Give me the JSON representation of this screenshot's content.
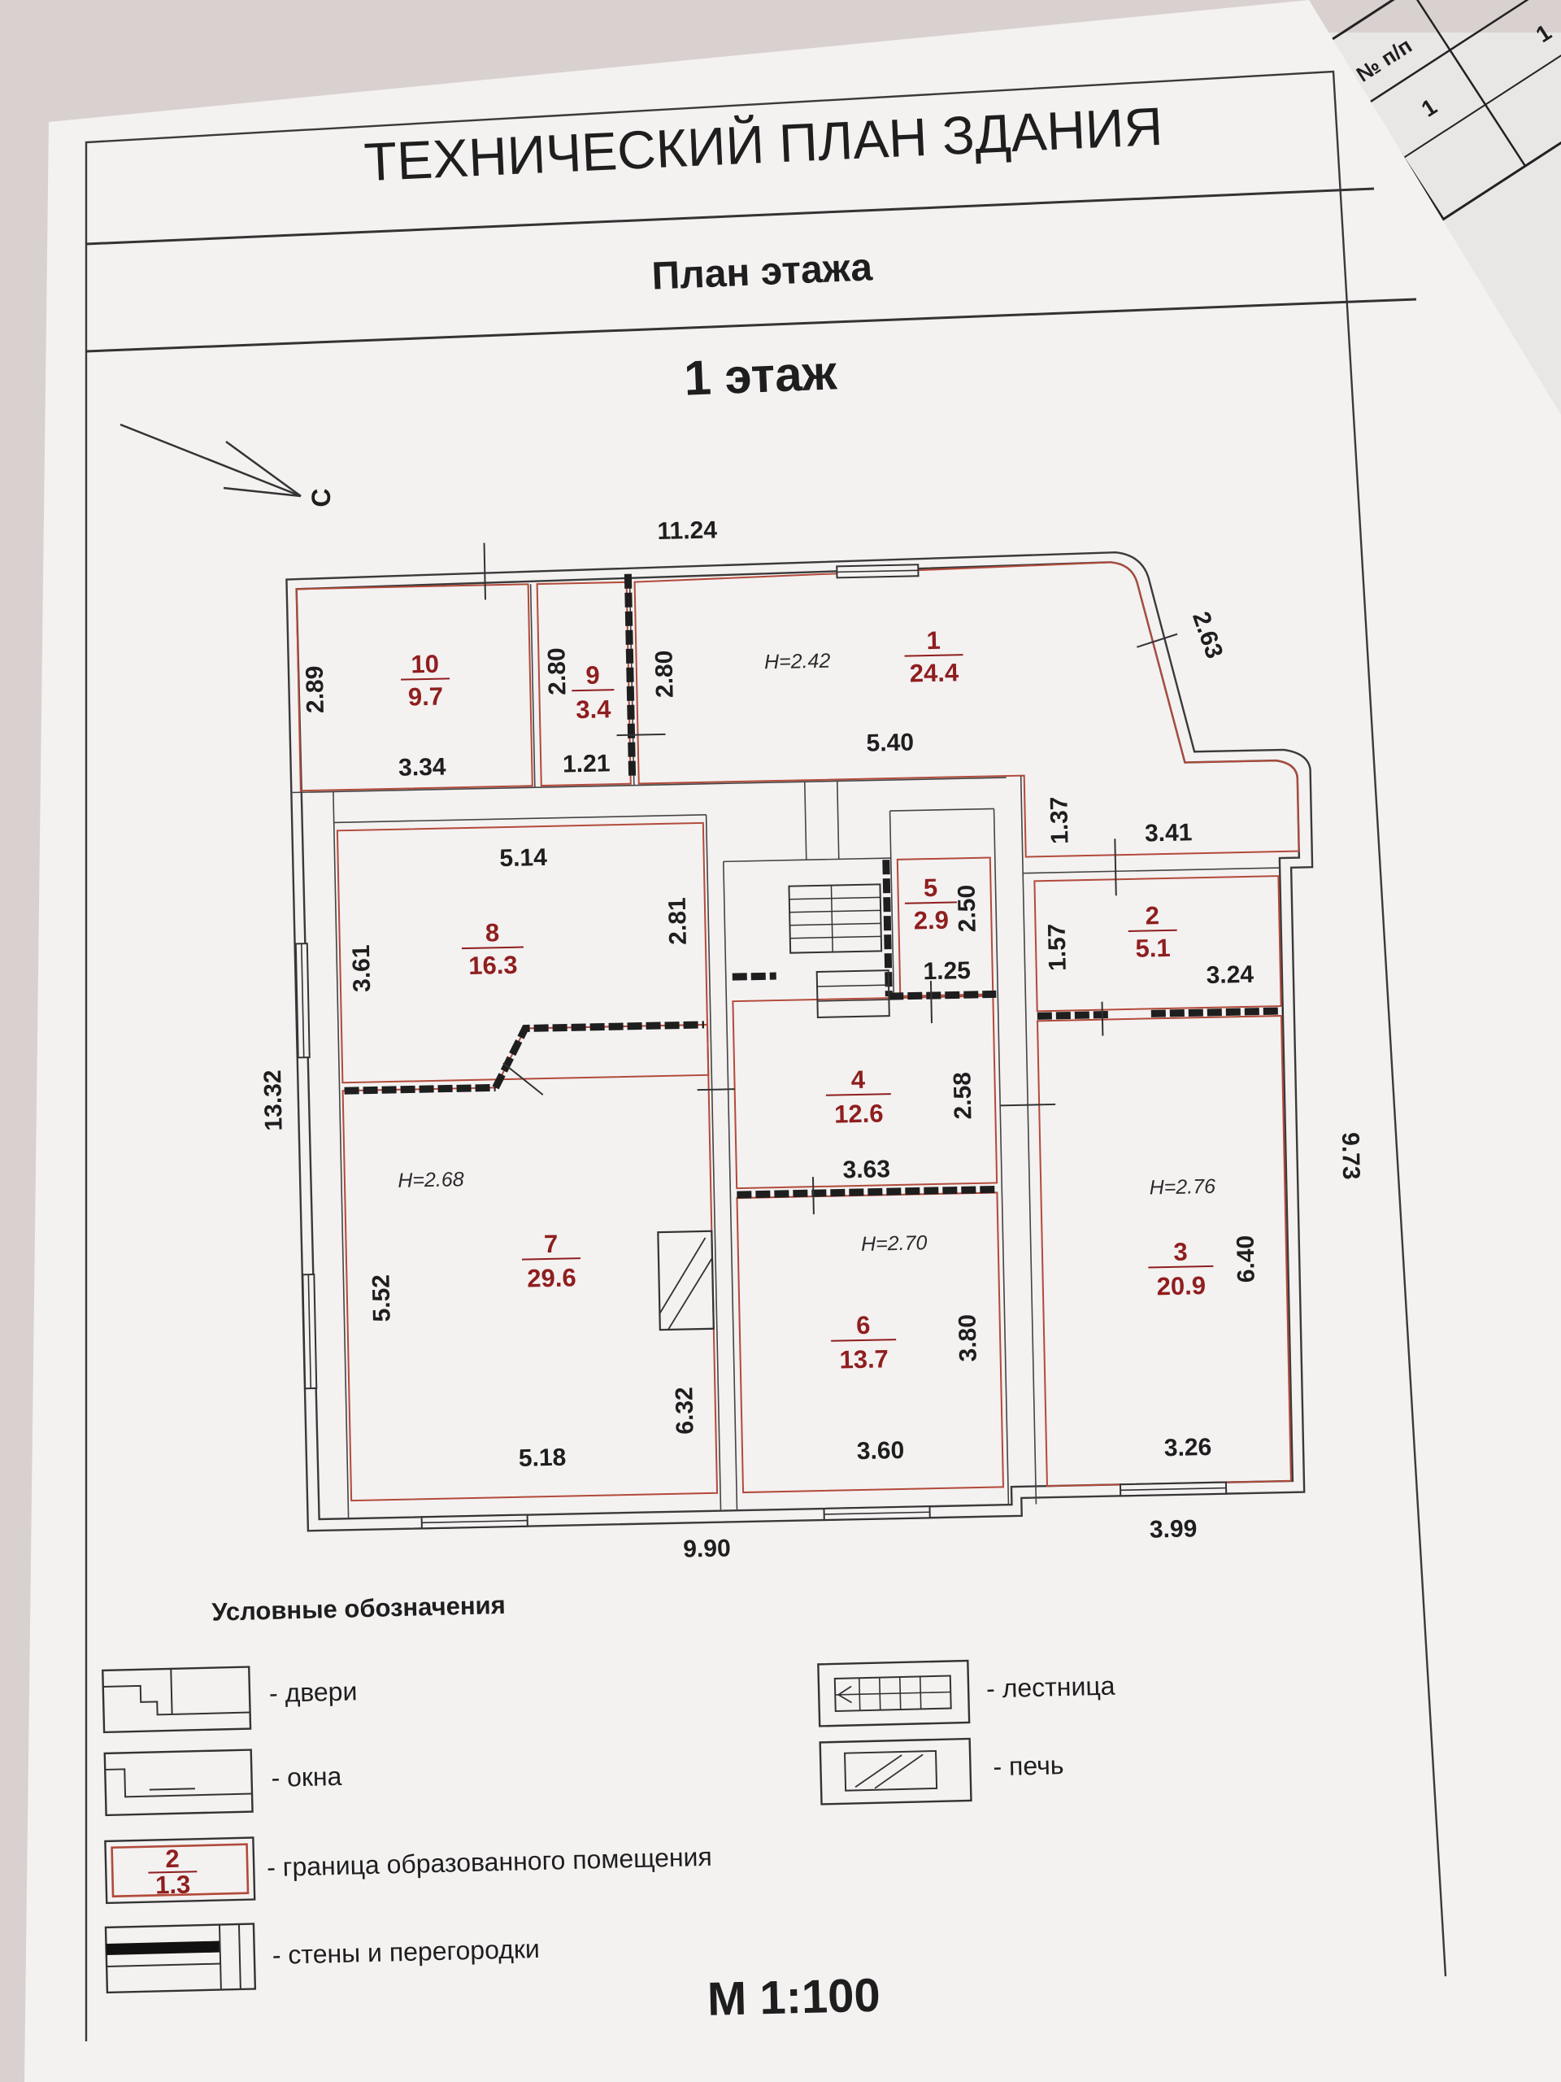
{
  "header": {
    "doc_title": "ТЕХНИЧЕСКИЙ ПЛАН ЗДАНИЯ",
    "section_title": "План этажа",
    "floor_title": "1 этаж"
  },
  "compass": {
    "north_label": "С"
  },
  "side_table": {
    "col_header": "№ п/п",
    "row1_value": "1",
    "row1_value2": "1"
  },
  "rooms": [
    {
      "no": "1",
      "area": "24.4",
      "height": "H=2.42"
    },
    {
      "no": "2",
      "area": "5.1"
    },
    {
      "no": "3",
      "area": "20.9",
      "height": "H=2.76"
    },
    {
      "no": "4",
      "area": "12.6"
    },
    {
      "no": "5",
      "area": "2.9"
    },
    {
      "no": "6",
      "area": "13.7",
      "height": "H=2.70"
    },
    {
      "no": "7",
      "area": "29.6",
      "height": "H=2.68"
    },
    {
      "no": "8",
      "area": "16.3"
    },
    {
      "no": "9",
      "area": "3.4"
    },
    {
      "no": "10",
      "area": "9.7"
    }
  ],
  "dimensions": {
    "top_overall": "11.24",
    "diag": "2.63",
    "left_overall": "13.32",
    "right_overall": "9.73",
    "bottom_left": "9.90",
    "bottom_right": "3.99",
    "r10_h": "2.89",
    "r10_w": "3.34",
    "r9_h_left": "2.80",
    "r9_h_right": "2.80",
    "r9_w": "1.21",
    "r1_w": "5.40",
    "r1_step": "1.37",
    "r1_w2": "3.41",
    "r8_w": "5.14",
    "r8_h_left": "3.61",
    "r8_h_right": "2.81",
    "r5_h": "2.50",
    "r5_w": "1.25",
    "r2_h": "1.57",
    "r2_w": "3.24",
    "r4_h": "2.58",
    "r4_w": "3.63",
    "r7_h_left": "5.52",
    "r7_h_right": "6.32",
    "r7_w": "5.18",
    "r6_h": "3.80",
    "r6_w": "3.60",
    "r3_h": "6.40",
    "r3_w": "3.26"
  },
  "legend": {
    "title": "Условные обозначения",
    "doors": "- двери",
    "windows": "- окна",
    "boundary": "- граница образованного помещения",
    "boundary_sample_no": "2",
    "boundary_sample_area": "1.3",
    "walls": "- стены и перегородки",
    "stairs": "- лестница",
    "stove": "- печь"
  },
  "scale": "М 1:100"
}
